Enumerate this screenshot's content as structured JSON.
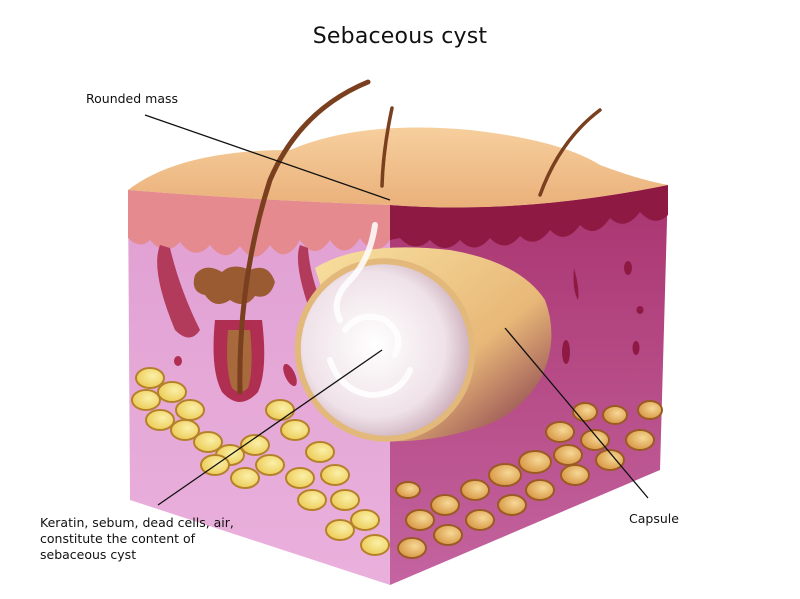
{
  "diagram": {
    "title": "Sebaceous cyst",
    "labels": {
      "rounded_mass": "Rounded mass",
      "content_line1": "Keratin, sebum, dead cells, air,",
      "content_line2": "constitute the content of",
      "content_line3": "sebaceous cyst",
      "capsule": "Capsule"
    },
    "colors": {
      "skin_surface": "#f2c08c",
      "epidermis_front": "#e58a8f",
      "dermis_front": "#e3a0d0",
      "dermis_side": "#b0407e",
      "epidermis_side": "#8e1a44",
      "fat_front": "#f2d870",
      "fat_side": "#d9a050",
      "cyst_content": "#f1e6ec",
      "capsule": "#f0cc85",
      "hair": "#7a3f1e",
      "leader_line": "#111111"
    }
  }
}
